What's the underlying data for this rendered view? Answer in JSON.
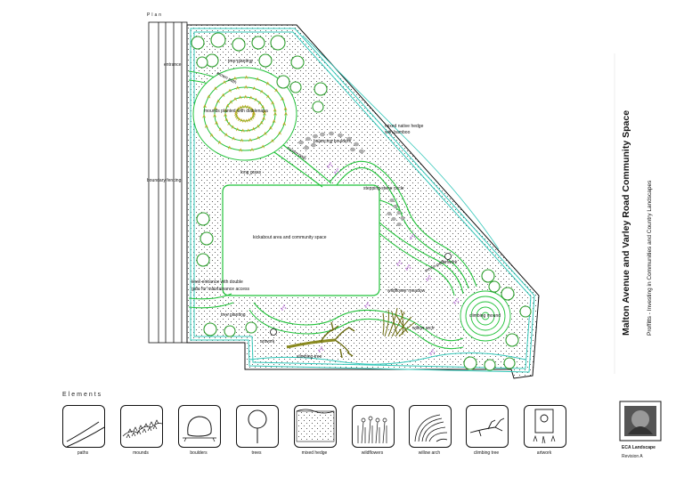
{
  "plan_heading": "Plan",
  "elements_heading": "Elements",
  "title": "Malton Avenue and Varley Road Community Space",
  "subtitle": "Proffitts - Investing in Communities and Country Landscapes",
  "company": "ECA Landscape",
  "revision": "Revision A",
  "labels": {
    "entrance": "entrance",
    "tree_planting_top": "tree planting",
    "mown_path_1": "mown path",
    "mounds": "mounds planted with diablenapa",
    "balancing_boulders": "balancing boulders",
    "mown_path_2": "mown path",
    "mixed_hedge": "mixed native hedge",
    "with_bamboo": "with bamboo",
    "long_grass": "long grass",
    "boundary_fencing": "boundary fencing",
    "stepping_stone": "stepping stone circle",
    "kickabout": "kickabout area and community space",
    "artwork_right": "artwork",
    "mown_path_3": "mown path",
    "level_entrance_1": "level entrance with double",
    "level_entrance_2": "gate for maintainance access",
    "wildflower_meadow": "wildflower meadow",
    "tree_planting_bottom": "tree planting",
    "climbing_mound": "climbing mound",
    "willow_arch": "willow arch",
    "artwork_bottom": "artwork",
    "climbing_tree": "climbing tree"
  },
  "legend": [
    {
      "label": "paths",
      "icon": "path-icon"
    },
    {
      "label": "mounds",
      "icon": "mounds-icon"
    },
    {
      "label": "boulders",
      "icon": "boulder-icon"
    },
    {
      "label": "trees",
      "icon": "tree-icon"
    },
    {
      "label": "mixed hedge",
      "icon": "hedge-icon"
    },
    {
      "label": "wildflowers",
      "icon": "wildflower-icon"
    },
    {
      "label": "willow arch",
      "icon": "willow-arch-icon"
    },
    {
      "label": "climbing tree",
      "icon": "climbing-tree-icon"
    },
    {
      "label": "artwork",
      "icon": "artwork-icon"
    }
  ],
  "colors": {
    "path_green": "#22c23a",
    "hedge_cyan": "#33c7b9",
    "tree_green": "#2e9e2e",
    "mound_yellow": "#c8a820",
    "wildflower_purple": "#b060d0",
    "boulder_grey": "#9a9a9a",
    "willow_olive": "#6b6b10"
  }
}
